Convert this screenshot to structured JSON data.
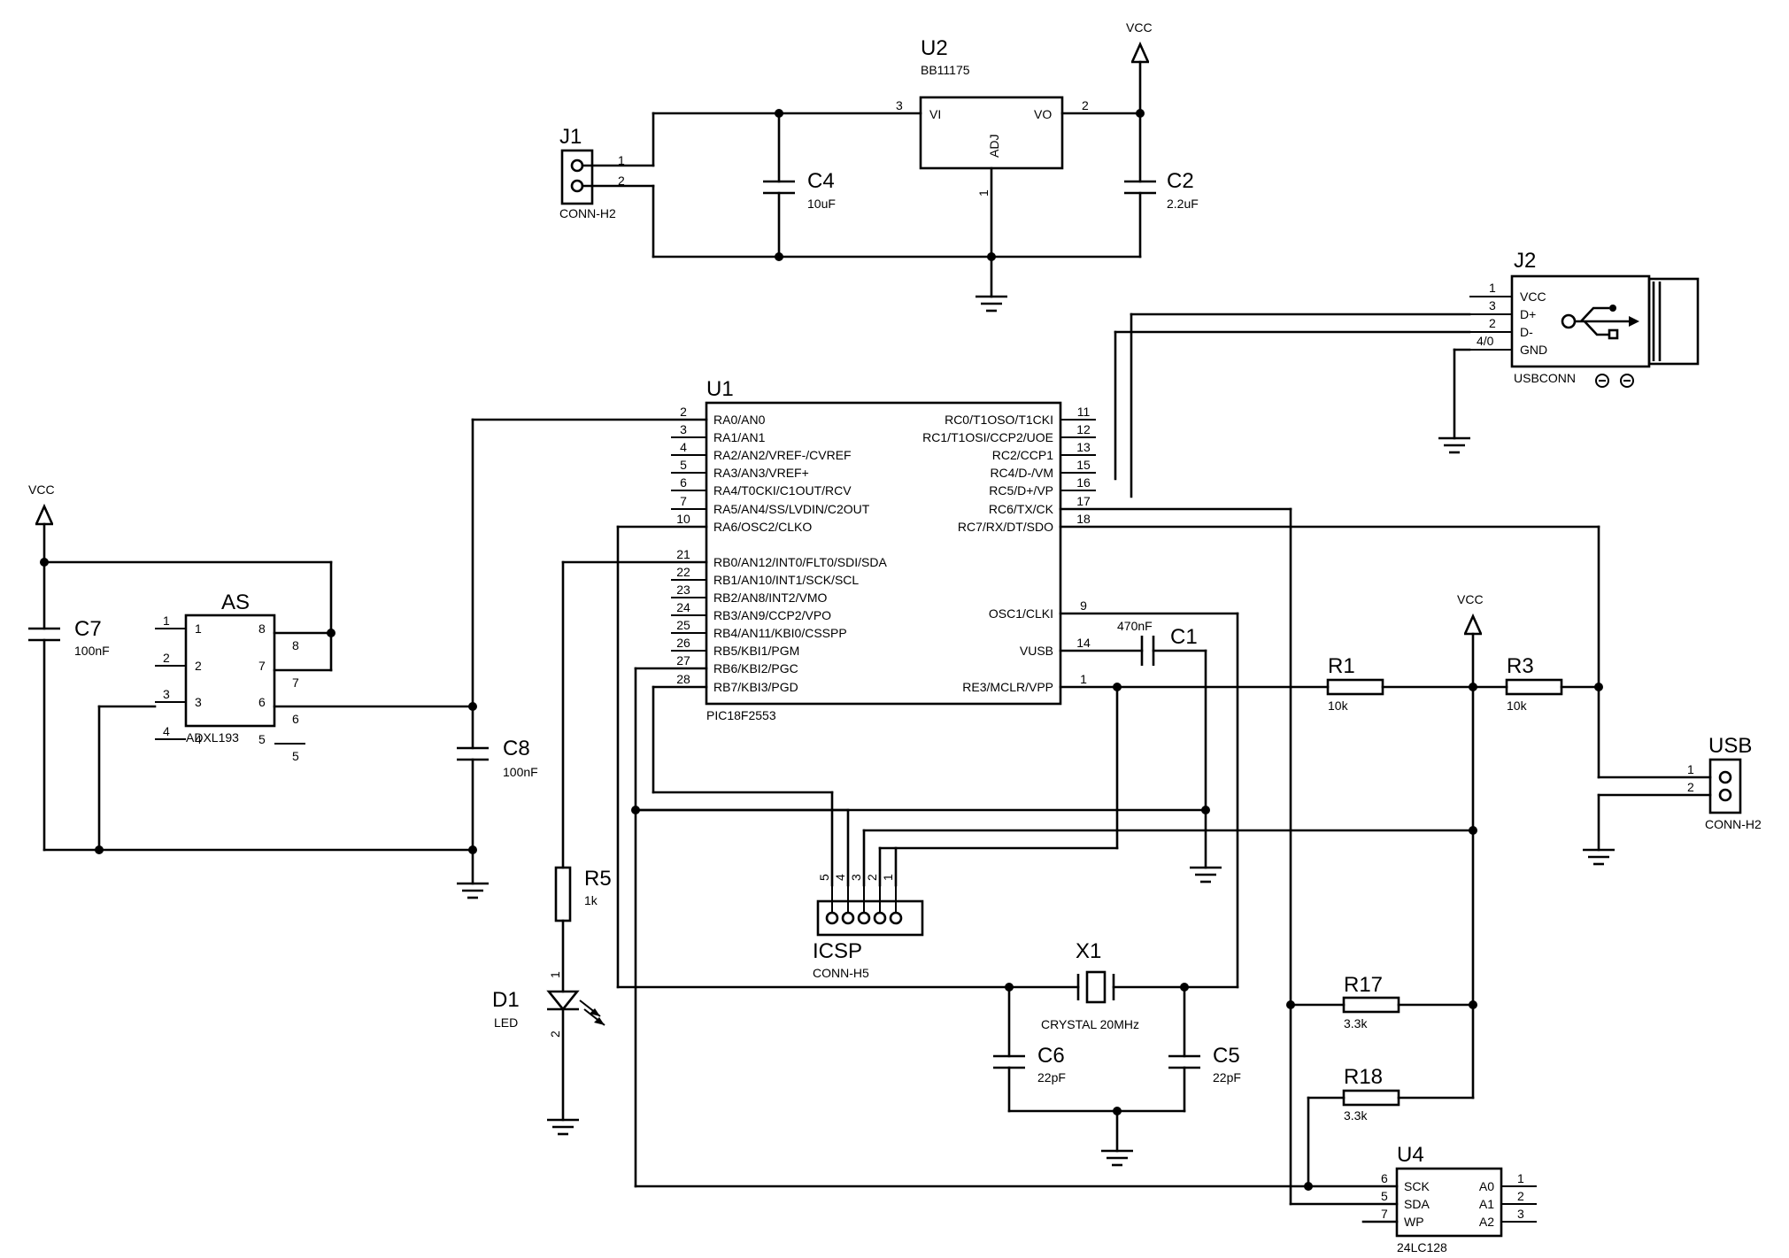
{
  "power": {
    "vcc": "VCC"
  },
  "u2": {
    "ref": "U2",
    "part": "BB11175",
    "vi": "VI",
    "vo": "VO",
    "adj": "ADJ",
    "pin_vi": "3",
    "pin_vo": "2",
    "pin_adj": "1"
  },
  "j1": {
    "ref": "J1",
    "part": "CONN-H2",
    "pin1": "1",
    "pin2": "2"
  },
  "c4": {
    "ref": "C4",
    "value": "10uF"
  },
  "c2": {
    "ref": "C2",
    "value": "2.2uF"
  },
  "j2": {
    "ref": "J2",
    "part": "USBCONN",
    "pin_labels": [
      "VCC",
      "D+",
      "D-",
      "GND"
    ],
    "pin_numbers": [
      "1",
      "3",
      "2",
      "4/0"
    ]
  },
  "u1": {
    "ref": "U1",
    "part": "PIC18F2553",
    "left_pins": [
      {
        "num": "2",
        "name": "RA0/AN0"
      },
      {
        "num": "3",
        "name": "RA1/AN1"
      },
      {
        "num": "4",
        "name": "RA2/AN2/VREF-/CVREF"
      },
      {
        "num": "5",
        "name": "RA3/AN3/VREF+"
      },
      {
        "num": "6",
        "name": "RA4/T0CKI/C1OUT/RCV"
      },
      {
        "num": "7",
        "name": "RA5/AN4/SS/LVDIN/C2OUT"
      },
      {
        "num": "10",
        "name": "RA6/OSC2/CLKO"
      },
      {
        "num": "21",
        "name": "RB0/AN12/INT0/FLT0/SDI/SDA"
      },
      {
        "num": "22",
        "name": "RB1/AN10/INT1/SCK/SCL"
      },
      {
        "num": "23",
        "name": "RB2/AN8/INT2/VMO"
      },
      {
        "num": "24",
        "name": "RB3/AN9/CCP2/VPO"
      },
      {
        "num": "25",
        "name": "RB4/AN11/KBI0/CSSPP"
      },
      {
        "num": "26",
        "name": "RB5/KBI1/PGM"
      },
      {
        "num": "27",
        "name": "RB6/KBI2/PGC"
      },
      {
        "num": "28",
        "name": "RB7/KBI3/PGD"
      }
    ],
    "right_pins": [
      {
        "num": "11",
        "name": "RC0/T1OSO/T1CKI"
      },
      {
        "num": "12",
        "name": "RC1/T1OSI/CCP2/UOE"
      },
      {
        "num": "13",
        "name": "RC2/CCP1"
      },
      {
        "num": "15",
        "name": "RC4/D-/VM"
      },
      {
        "num": "16",
        "name": "RC5/D+/VP"
      },
      {
        "num": "17",
        "name": "RC6/TX/CK"
      },
      {
        "num": "18",
        "name": "RC7/RX/DT/SDO"
      },
      {
        "num": "9",
        "name": "OSC1/CLKI"
      },
      {
        "num": "14",
        "name": "VUSB"
      },
      {
        "num": "1",
        "name": "RE3/MCLR/VPP"
      }
    ]
  },
  "as": {
    "ref": "AS",
    "part": "ADXL193",
    "left_pins": [
      "1",
      "2",
      "3",
      "4"
    ],
    "right_pins": [
      "8",
      "7",
      "6",
      "5"
    ]
  },
  "c7": {
    "ref": "C7",
    "value": "100nF"
  },
  "c8": {
    "ref": "C8",
    "value": "100nF"
  },
  "c1": {
    "ref": "C1",
    "value": "470nF"
  },
  "r1": {
    "ref": "R1",
    "value": "10k"
  },
  "r3": {
    "ref": "R3",
    "value": "10k"
  },
  "r5": {
    "ref": "R5",
    "value": "1k"
  },
  "r17": {
    "ref": "R17",
    "value": "3.3k"
  },
  "r18": {
    "ref": "R18",
    "value": "3.3k"
  },
  "d1": {
    "ref": "D1",
    "value": "LED",
    "pin1": "1",
    "pin2": "2"
  },
  "usb_conn": {
    "ref": "USB",
    "part": "CONN-H2",
    "pin1": "1",
    "pin2": "2"
  },
  "icsp": {
    "ref": "ICSP",
    "part": "CONN-H5",
    "pins": [
      "5",
      "4",
      "3",
      "2",
      "1"
    ]
  },
  "x1": {
    "ref": "X1",
    "value": "CRYSTAL 20MHz"
  },
  "c6": {
    "ref": "C6",
    "value": "22pF"
  },
  "c5": {
    "ref": "C5",
    "value": "22pF"
  },
  "u4": {
    "ref": "U4",
    "part": "24LC128",
    "left_pins": [
      {
        "num": "6",
        "name": "SCK"
      },
      {
        "num": "5",
        "name": "SDA"
      },
      {
        "num": "7",
        "name": "WP"
      }
    ],
    "right_pins": [
      {
        "num": "1",
        "name": "A0"
      },
      {
        "num": "2",
        "name": "A1"
      },
      {
        "num": "3",
        "name": "A2"
      }
    ]
  }
}
